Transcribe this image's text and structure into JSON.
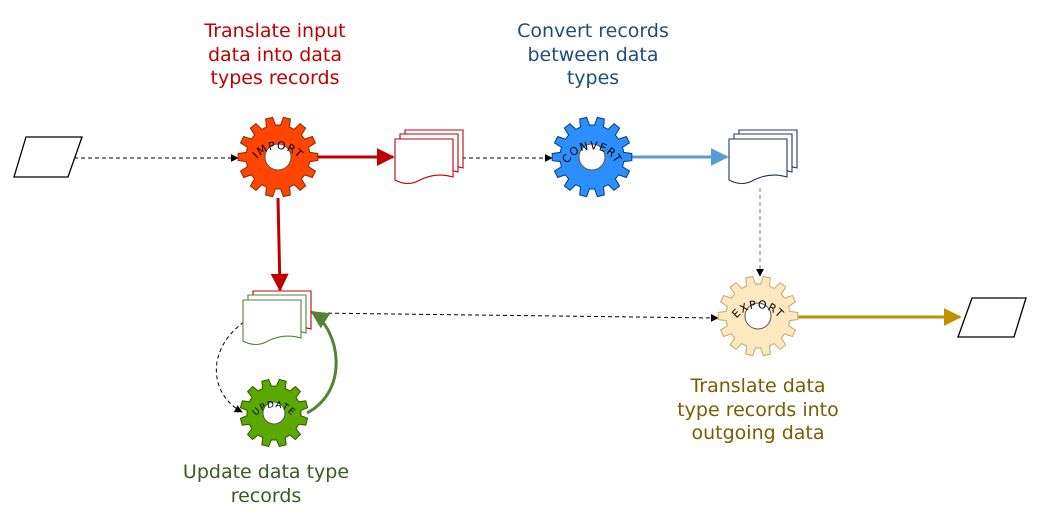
{
  "captions": {
    "import": "Translate input data into data types records",
    "convert": "Convert records between data types",
    "update": "Update data type records",
    "export": "Translate data type records into outgoing data"
  },
  "gears": {
    "import": {
      "label": "IMPORT",
      "color": "#ff4500"
    },
    "convert": {
      "label": "CONVERT",
      "color": "#2b8fff"
    },
    "update": {
      "label": "UPDATE",
      "color": "#5aa800"
    },
    "export": {
      "label": "EXPORT",
      "color": "#fde8bf"
    }
  },
  "colors": {
    "import_arrow": "#c00000",
    "convert_arrow": "#5b9bd5",
    "update_arrow": "#548235",
    "export_arrow": "#bf9000"
  }
}
